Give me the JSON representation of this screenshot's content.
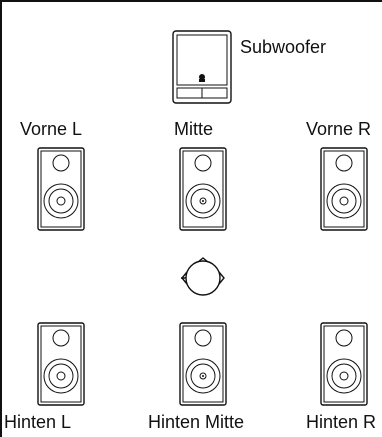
{
  "speakers": {
    "subwoofer": "Subwoofer",
    "front_left": "Vorne L",
    "center": "Mitte",
    "front_right": "Vorne R",
    "rear_left": "Hinten L",
    "rear_center": "Hinten Mitte",
    "rear_right": "Hinten R"
  },
  "listener": {
    "icon": "listener-head-icon"
  }
}
